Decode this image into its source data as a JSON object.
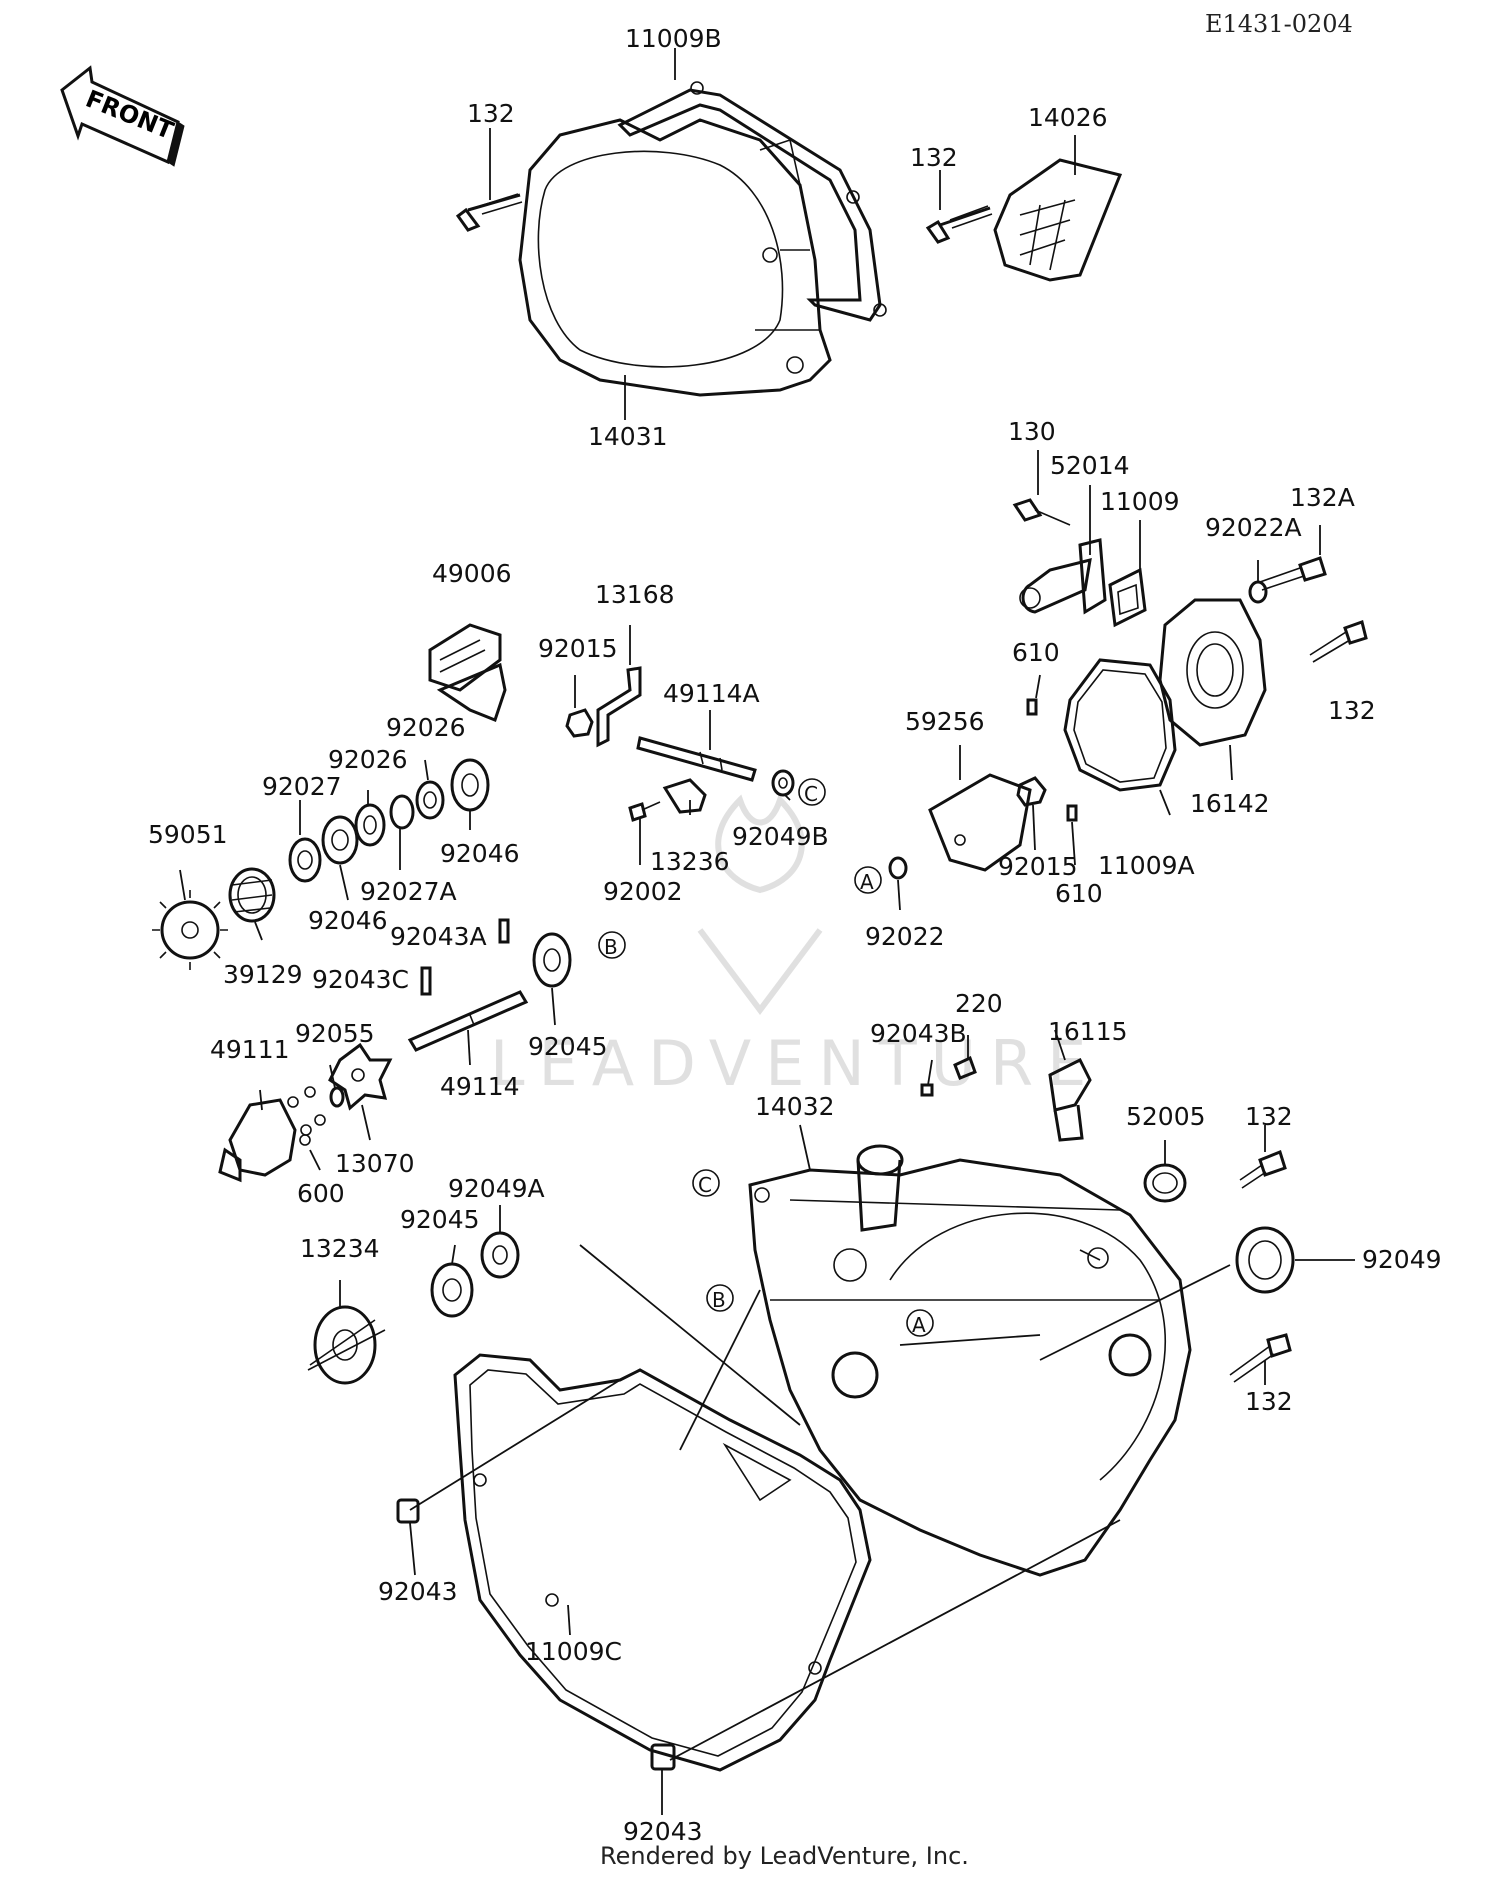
{
  "diagram_code": "E1431-0204",
  "footer": "Rendered by LeadVenture, Inc.",
  "watermark": "LEADVENTURE",
  "front_arrow_label": "FRONT",
  "callouts": {
    "c11009B": "11009B",
    "c132_a": "132",
    "c14026": "14026",
    "c132_b": "132",
    "c14031": "14031",
    "c130": "130",
    "c52014": "52014",
    "c11009": "11009",
    "c132A": "132A",
    "c92022A": "92022A",
    "c49006": "49006",
    "c13168": "13168",
    "c92015_a": "92015",
    "c610_a": "610",
    "c132_c": "132",
    "c49114A": "49114A",
    "c92026_a": "92026",
    "c59256": "59256",
    "c92026_b": "92026",
    "c92027": "92027",
    "c16142": "16142",
    "c59051": "59051",
    "c92049B": "92049B",
    "c13236": "13236",
    "c92046_a": "92046",
    "c92027A": "92027A",
    "c92015_b": "92015",
    "c11009A": "11009A",
    "c92046_b": "92046",
    "c92002": "92002",
    "c610_b": "610",
    "c92043A": "92043A",
    "c92022": "92022",
    "c39129": "39129",
    "c92043C": "92043C",
    "c220": "220",
    "c92043B": "92043B",
    "c16115": "16115",
    "c92055": "92055",
    "c92045_a": "92045",
    "c49111": "49111",
    "c49114": "49114",
    "c14032": "14032",
    "c52005": "52005",
    "c132_d": "132",
    "c13070": "13070",
    "c600": "600",
    "c92049A": "92049A",
    "c92045_b": "92045",
    "c92049": "92049",
    "c13234": "13234",
    "c132_e": "132",
    "c92043_a": "92043",
    "c11009C": "11009C",
    "c92043_b": "92043",
    "refA_1": "A",
    "refA_2": "A",
    "refB_1": "B",
    "refB_2": "B",
    "refC_1": "C",
    "refC_2": "C"
  }
}
